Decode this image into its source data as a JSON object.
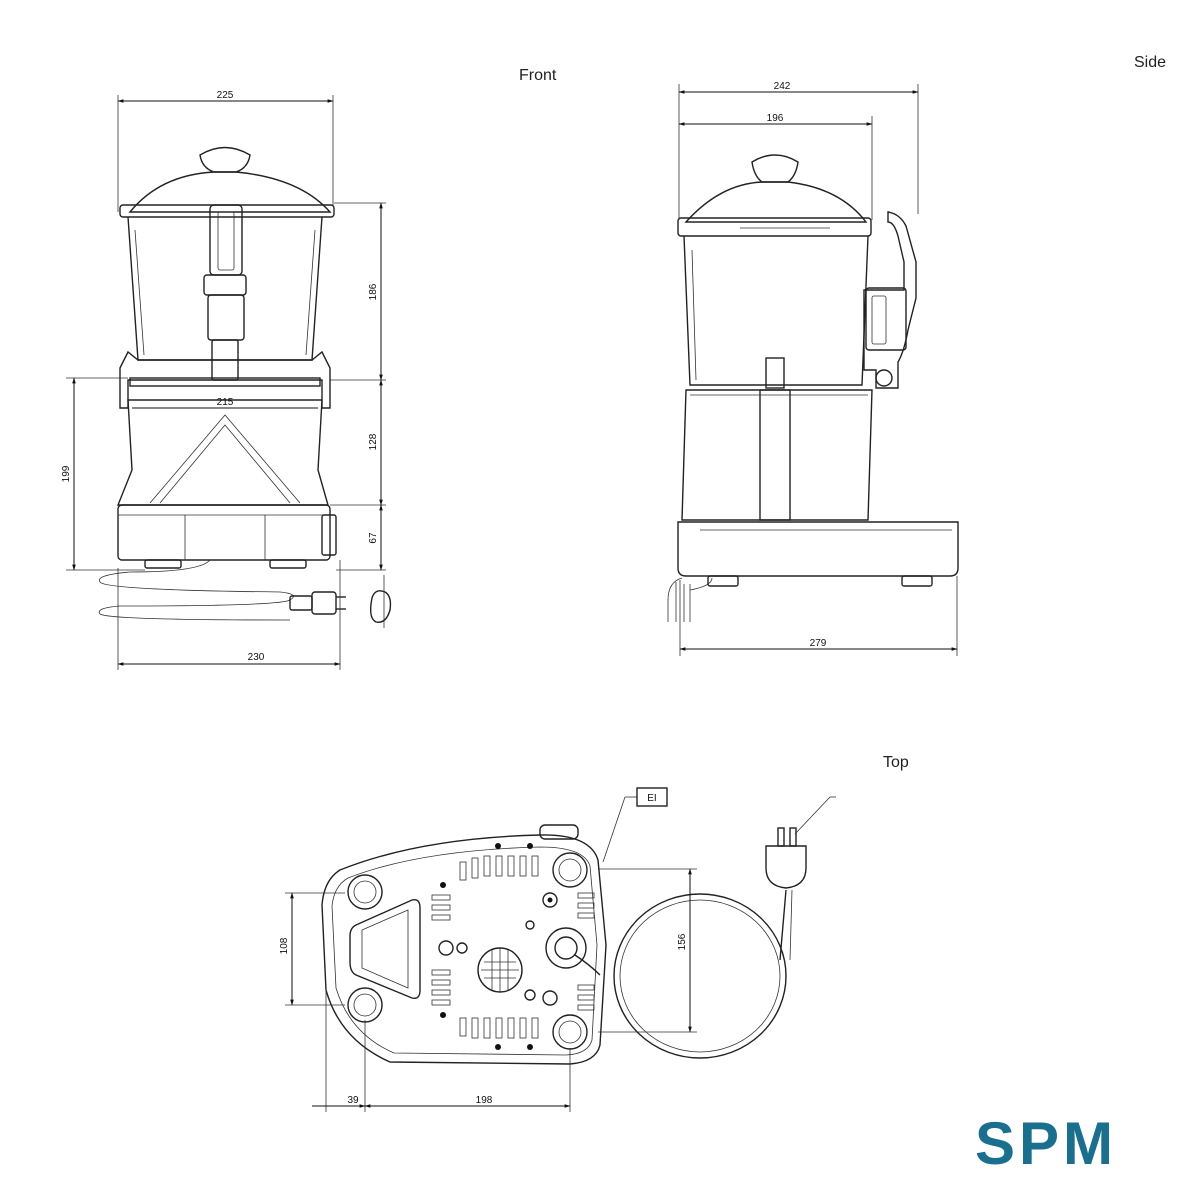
{
  "views": {
    "front": {
      "label": "Front"
    },
    "side": {
      "label": "Side"
    },
    "top": {
      "label": "Top"
    }
  },
  "dimensions": {
    "front_width_top": "225",
    "front_height_upper": "186",
    "front_tray_width": "215",
    "front_height_middle": "128",
    "front_height_total": "199",
    "front_height_base": "67",
    "front_base_width": "230",
    "side_width_total": "242",
    "side_width_body": "196",
    "side_base_width": "279",
    "top_depth": "108",
    "top_feet_spacing": "156",
    "top_offset": "39",
    "top_width": "198"
  },
  "tag_label": "EI",
  "brand": {
    "logo_text": "SPM",
    "color": "#1a6f8e"
  }
}
